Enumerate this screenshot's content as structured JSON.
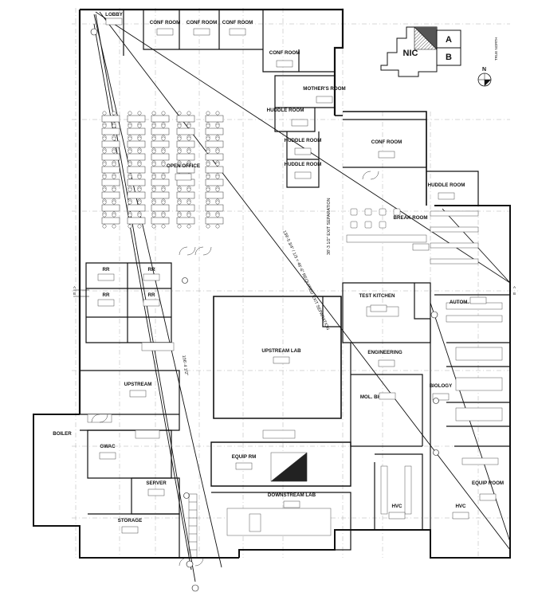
{
  "key_plan": {
    "label_main": "NIC",
    "label_a": "A",
    "label_b": "B",
    "north_letter": "N",
    "north_text": "TRUE NORTH"
  },
  "rooms": {
    "lobby": "LOBBY",
    "conf_1": "CONF ROOM",
    "conf_2": "CONF ROOM",
    "conf_3": "CONF ROOM",
    "conf_4": "CONF ROOM",
    "conf_5": "CONF ROOM",
    "mothers": "MOTHER'S ROOM",
    "huddle_1": "HUDDLE ROOM",
    "huddle_2": "HUDDLE ROOM",
    "huddle_3": "HUDDLE ROOM",
    "huddle_4": "HUDDLE ROOM",
    "open_office": "OPEN OFFICE",
    "break_room": "BREAK ROOM",
    "test_kitchen": "TEST KITCHEN",
    "autom": "AUTOM.",
    "engineering": "ENGINEERING",
    "biology": "BIOLOGY",
    "mol_bio": "MOL. BIO",
    "upstream_lab": "UPSTREAM LAB",
    "upstream": "UPSTREAM",
    "rr_1": "RR",
    "rr_2": "RR",
    "rr_3": "RR",
    "rr_4": "RR",
    "boiler": "BOILER",
    "gwac": "GWAC",
    "server": "SERVER",
    "storage": "STORAGE",
    "equip_rm": "EQUIP RM",
    "downstream_lab": "DOWNSTREAM LAB",
    "hvc_1": "HVC",
    "hvc_2": "HVC",
    "equip_room": "EQUIP ROOM"
  },
  "grid_lines": {
    "a": "A",
    "b": "B"
  },
  "dimensions": {
    "d1": "38'-3 1/2\" EXIT SEPARATION",
    "d2": "139'-5 3/4\" / 1/3 = 46'-6\" REQUIRED EXIT SEPARATION",
    "d3": "106'-4 1/2\""
  }
}
